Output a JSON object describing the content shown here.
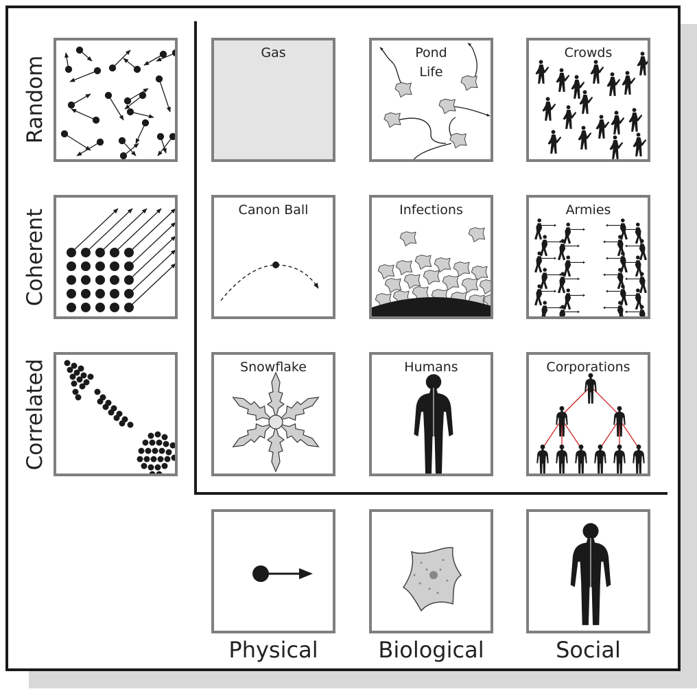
{
  "rows": [
    {
      "key": "random",
      "label": "Random"
    },
    {
      "key": "coherent",
      "label": "Coherent"
    },
    {
      "key": "correlated",
      "label": "Correlated"
    }
  ],
  "columns": [
    {
      "key": "physical",
      "label": "Physical"
    },
    {
      "key": "biological",
      "label": "Biological"
    },
    {
      "key": "social",
      "label": "Social"
    }
  ],
  "cells": {
    "gas": "Gas",
    "pond_life": "Pond\nLife",
    "crowds": "Crowds",
    "canon_ball": "Canon Ball",
    "infections": "Infections",
    "armies": "Armies",
    "snowflake": "Snowflake",
    "humans": "Humans",
    "corporations": "Corporations"
  },
  "colors": {
    "frame": "#1a1a1a",
    "cell_border": "#7f7f7f",
    "gas_fill": "#e4e4e4",
    "blob_fill": "#cfcfcf",
    "figure": "#1a1a1a",
    "org_lines": "#cc2222",
    "shadow": "#d8d8d8"
  },
  "icons": {
    "physical": "particle-arrow-icon",
    "biological": "cell-icon",
    "social": "person-icon"
  }
}
